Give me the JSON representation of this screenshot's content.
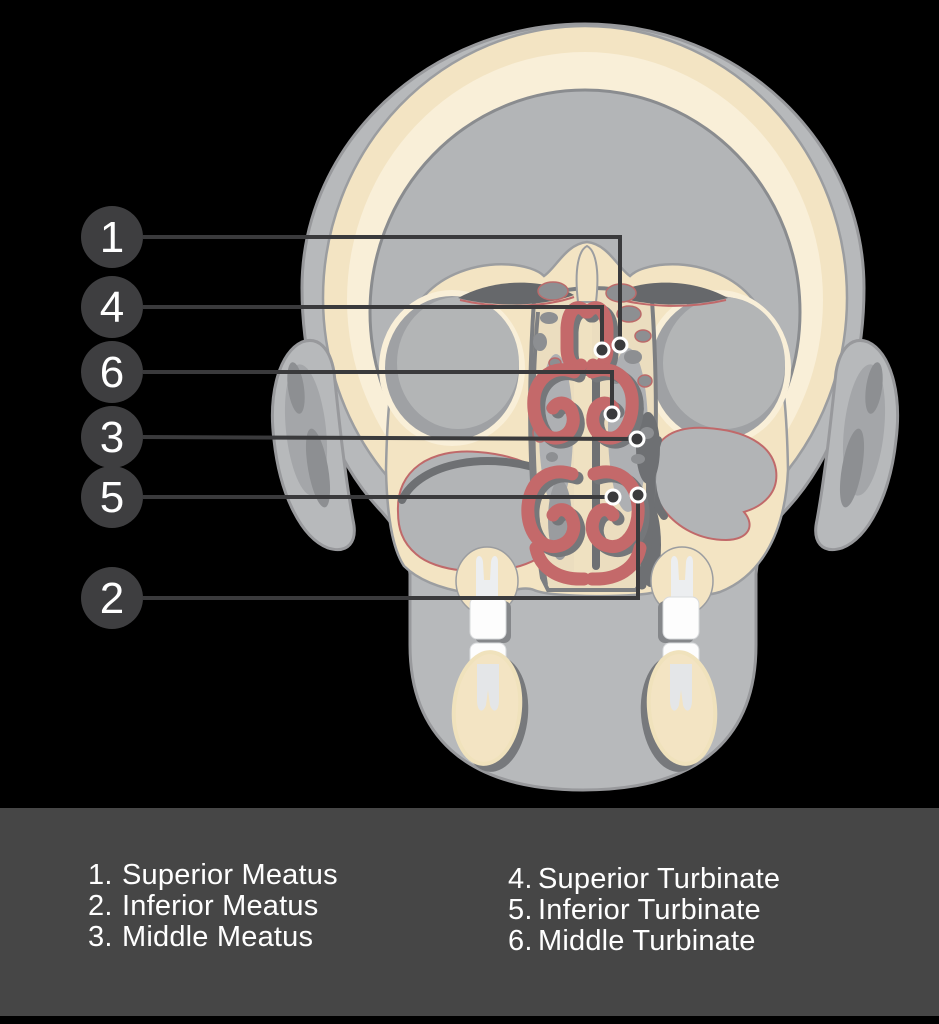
{
  "figure": {
    "description": "Coronal section of the skull showing nasal cavity structures with numbered callouts",
    "callouts": [
      {
        "number": "1",
        "label": "Superior Meatus"
      },
      {
        "number": "4",
        "label": "Superior Turbinate"
      },
      {
        "number": "6",
        "label": "Middle Turbinate"
      },
      {
        "number": "3",
        "label": "Middle Meatus"
      },
      {
        "number": "5",
        "label": "Inferior Turbinate"
      },
      {
        "number": "2",
        "label": "Inferior Meatus"
      }
    ]
  },
  "legend": {
    "left": [
      {
        "num": "1.",
        "label": "Superior Meatus"
      },
      {
        "num": "2.",
        "label": "Inferior Meatus"
      },
      {
        "num": "3.",
        "label": "Middle Meatus"
      }
    ],
    "right": [
      {
        "num": "4.",
        "label": "Superior Turbinate"
      },
      {
        "num": "5.",
        "label": "Inferior Turbinate"
      },
      {
        "num": "6.",
        "label": "Middle Turbinate"
      }
    ]
  },
  "colors": {
    "background": "#000000",
    "legend_panel": "#464646",
    "marker_circle": "#3e3e40",
    "leader_line": "#3a3a3c",
    "bone_cream": "#f3e4c3",
    "bone_cream_light": "#f9efd8",
    "tissue_gray": "#b3b5b7",
    "turbinate_red": "#c4696a",
    "text": "#ffffff"
  }
}
